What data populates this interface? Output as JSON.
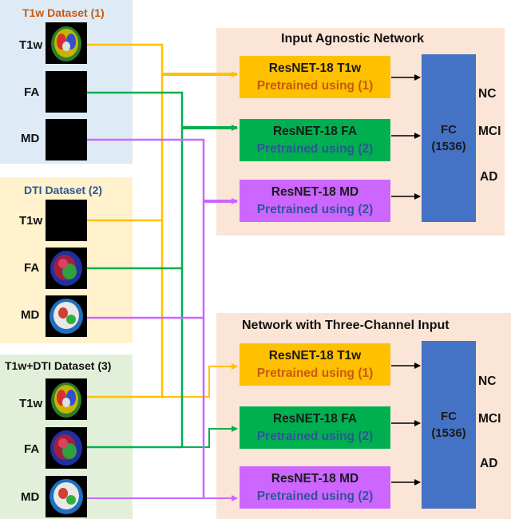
{
  "datasets": [
    {
      "title": "T1w Dataset (1)",
      "title_color": "#C55A11",
      "bg": "#DEEBF7",
      "rows": [
        {
          "label": "T1w",
          "image": "brain-t1w-icon"
        },
        {
          "label": "FA",
          "image": "black-image"
        },
        {
          "label": "MD",
          "image": "black-image"
        }
      ]
    },
    {
      "title": "DTI Dataset (2)",
      "title_color": "#2F5597",
      "bg": "#FFF2CC",
      "rows": [
        {
          "label": "T1w",
          "image": "black-image"
        },
        {
          "label": "FA",
          "image": "brain-fa-icon"
        },
        {
          "label": "MD",
          "image": "brain-md-icon"
        }
      ]
    },
    {
      "title": "T1w+DTI Dataset  (3)",
      "title_color": "#111111",
      "bg": "#E2F0D9",
      "rows": [
        {
          "label": "T1w",
          "image": "brain-t1w-icon"
        },
        {
          "label": "FA",
          "image": "brain-fa-icon"
        },
        {
          "label": "MD",
          "image": "brain-md-icon"
        }
      ]
    }
  ],
  "networks": [
    {
      "title": "Input Agnostic Network",
      "branches": [
        {
          "name": "ResNET-18 T1w",
          "sub": "Pretrained using (1)",
          "color": "#FFC000",
          "sub_color": "#C55A11"
        },
        {
          "name": "ResNET-18 FA",
          "sub": "Pretrained using (2)",
          "color": "#00B050",
          "sub_color": "#2F5597"
        },
        {
          "name": "ResNET-18 MD",
          "sub": "Pretrained using (2)",
          "color": "#CC66FF",
          "sub_color": "#2F5597"
        }
      ],
      "fc": {
        "line1": "FC",
        "line2": "(1536)"
      },
      "classes": [
        "NC",
        "MCI",
        "AD"
      ]
    },
    {
      "title": "Network with Three-Channel Input",
      "branches": [
        {
          "name": "ResNET-18 T1w",
          "sub": "Pretrained using (1)",
          "color": "#FFC000",
          "sub_color": "#C55A11"
        },
        {
          "name": "ResNET-18 FA",
          "sub": "Pretrained using (2)",
          "color": "#00B050",
          "sub_color": "#2F5597"
        },
        {
          "name": "ResNET-18 MD",
          "sub": "Pretrained using (2)",
          "color": "#CC66FF",
          "sub_color": "#2F5597"
        }
      ],
      "fc": {
        "line1": "FC",
        "line2": "(1536)"
      },
      "classes": [
        "NC",
        "MCI",
        "AD"
      ]
    }
  ],
  "colors": {
    "network_bg": "#FBE5D6",
    "fc": "#4472C4",
    "t1w_wire": "#FFC000",
    "fa_wire": "#00B050",
    "md_wire": "#CC66FF"
  }
}
